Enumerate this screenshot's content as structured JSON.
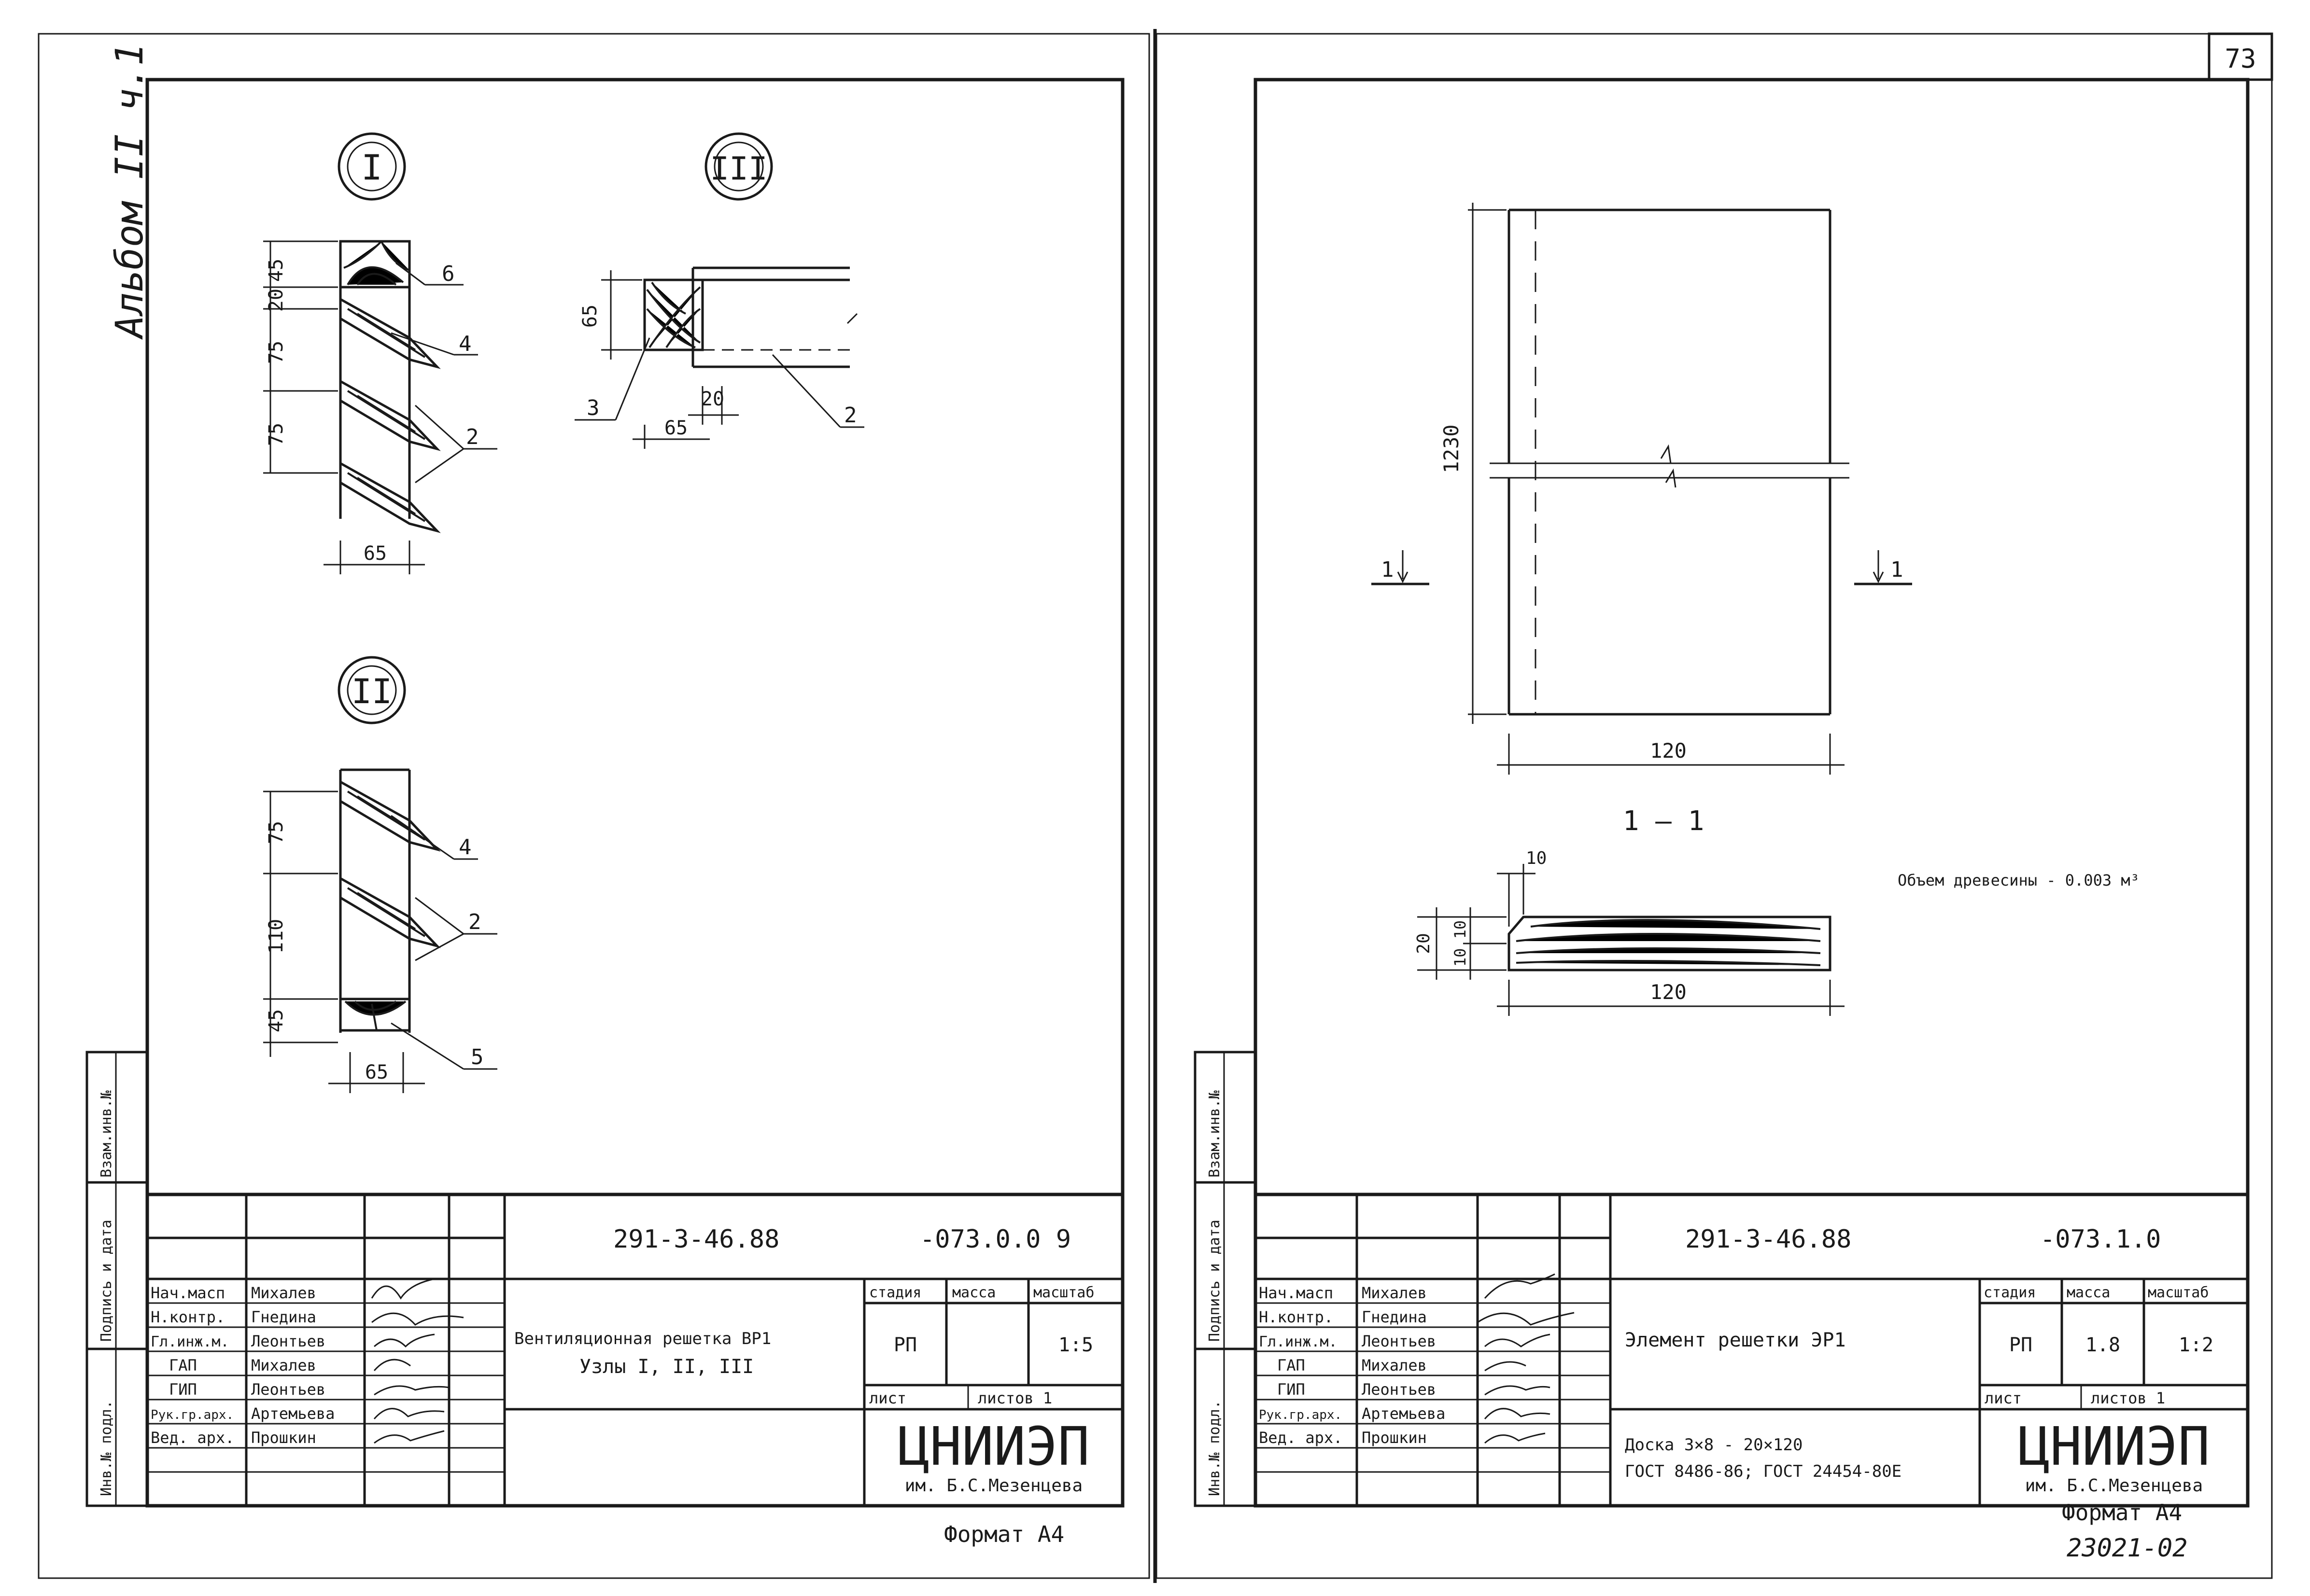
{
  "page_number": "73",
  "album_label": "Альбом II ч.1",
  "archive_number": "23021-02",
  "side_strip": {
    "inv_no": "Инв.№ подл.",
    "sign_date": "Подпись и дата",
    "swap_inv": "Взам.инв.№"
  },
  "left_sheet": {
    "nodes": [
      "I",
      "III",
      "II"
    ],
    "node1_dims": [
      "45",
      "20",
      "75",
      "75",
      "65"
    ],
    "node1_labels": [
      "6",
      "4",
      "2"
    ],
    "node3_dims": [
      "65",
      "20",
      "65"
    ],
    "node3_labels": [
      "3",
      "2"
    ],
    "node2_dims": [
      "75",
      "110",
      "45",
      "65"
    ],
    "node2_labels": [
      "4",
      "2",
      "5"
    ],
    "title_block": {
      "code": "291-3-46.88",
      "sheet_code": "-073.0.0 9",
      "roles": [
        "Нач.масп",
        "Н.контр.",
        "Гл.инж.м.",
        "ГАП",
        "ГИП",
        "Рук.гр.арх.",
        "Вед. арх."
      ],
      "names": [
        "Михалев",
        "Гнедина",
        "Леонтьев",
        "Михалев",
        "Леонтьев",
        "Артемьева",
        "Прошкин"
      ],
      "title_line1": "Вентиляционная решетка ВР1",
      "title_line2": "Узлы I, II, III",
      "stage_label": "стадия",
      "mass_label": "масса",
      "scale_label": "масштаб",
      "stage": "РП",
      "mass": "",
      "scale": "1:5",
      "sheet_label": "лист",
      "sheets_label": "листов 1",
      "org": "ЦНИИЭП",
      "org_sub": "им. Б.С.Мезенцева",
      "format": "Формат А4"
    }
  },
  "right_sheet": {
    "dims": [
      "1230",
      "120",
      "10",
      "20",
      "10 10",
      "120"
    ],
    "section_marks": [
      "1",
      "1"
    ],
    "section_title": "1 — 1",
    "volume_note": "Объем древесины - 0.003 м³",
    "title_block": {
      "code": "291-3-46.88",
      "sheet_code": "-073.1.0",
      "roles": [
        "Нач.масп",
        "Н.контр.",
        "Гл.инж.м.",
        "ГАП",
        "ГИП",
        "Рук.гр.арх.",
        "Вед. арх."
      ],
      "names": [
        "Михалев",
        "Гнедина",
        "Леонтьев",
        "Михалев",
        "Леонтьев",
        "Артемьева",
        "Прошкин"
      ],
      "title_line1": "Элемент решетки ЭР1",
      "material_line1": "Доска 3×8 - 20×120",
      "material_line2": "ГОСТ 8486-86; ГОСТ 24454-80Е",
      "stage_label": "стадия",
      "mass_label": "масса",
      "scale_label": "масштаб",
      "stage": "РП",
      "mass": "1.8",
      "scale": "1:2",
      "sheet_label": "лист",
      "sheets_label": "листов 1",
      "org": "ЦНИИЭП",
      "org_sub": "им. Б.С.Мезенцева",
      "format": "Формат А4"
    }
  }
}
